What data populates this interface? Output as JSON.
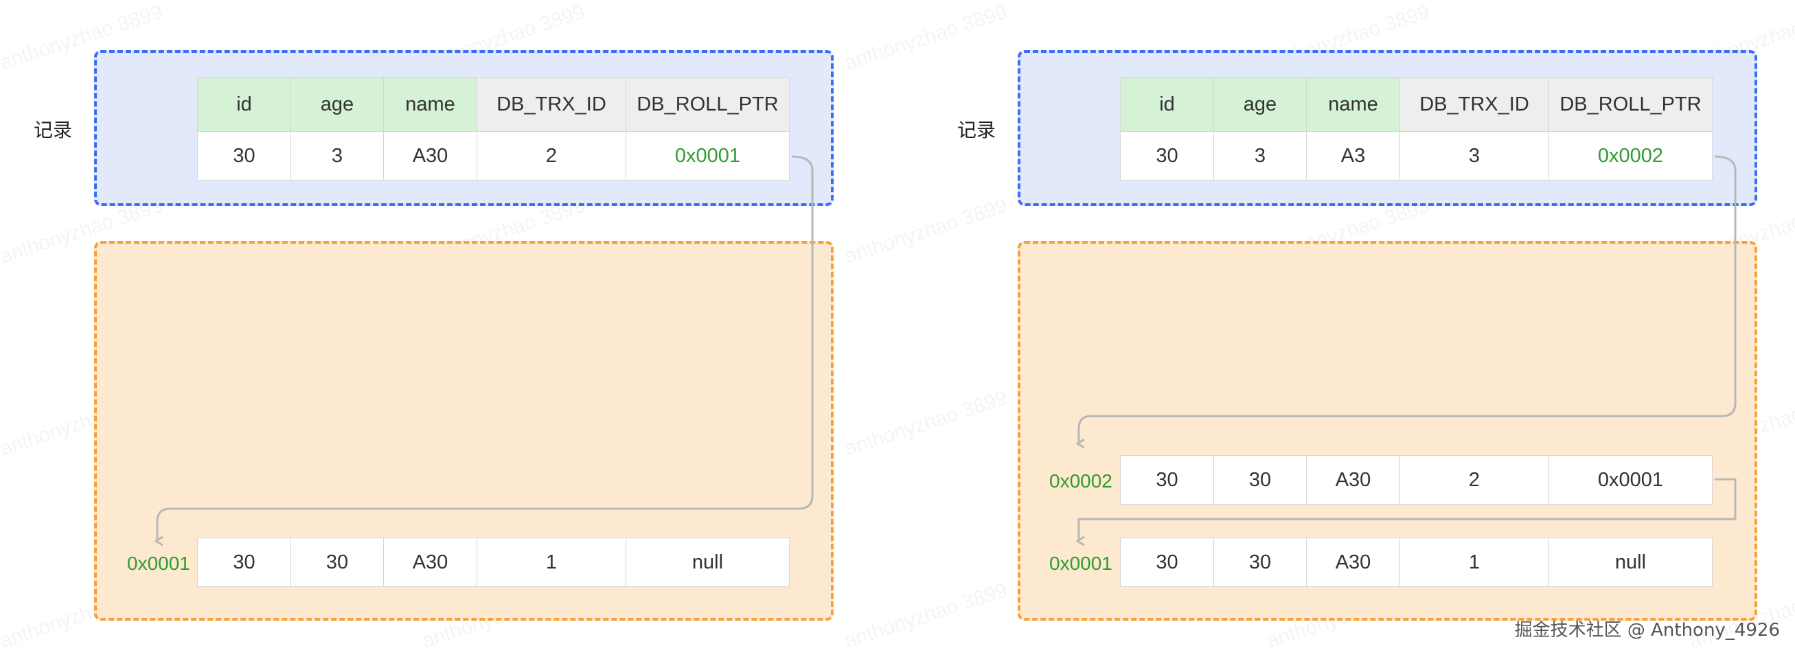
{
  "watermark": "anthonyzhao 3899",
  "footer": "掘金技术社区 @ Anthony_4926",
  "colors": {
    "record_border": "#3b6ef0",
    "record_fill": "#e1e9fb",
    "undo_border": "#f6a23c",
    "undo_fill": "#fde8d0",
    "pointer_text": "#2e9e2e",
    "arrow": "#b8b8b8"
  },
  "headers": [
    "id",
    "age",
    "name",
    "DB_TRX_ID",
    "DB_ROLL_PTR"
  ],
  "left": {
    "record_label": "记录",
    "record": [
      "30",
      "3",
      "A30",
      "2",
      "0x0001"
    ],
    "undo": [
      {
        "addr": "0x0001",
        "cells": [
          "30",
          "30",
          "A30",
          "1",
          "null"
        ]
      }
    ]
  },
  "right": {
    "record_label": "记录",
    "record": [
      "30",
      "3",
      "A3",
      "3",
      "0x0002"
    ],
    "undo": [
      {
        "addr": "0x0002",
        "cells": [
          "30",
          "30",
          "A30",
          "2",
          "0x0001"
        ]
      },
      {
        "addr": "0x0001",
        "cells": [
          "30",
          "30",
          "A30",
          "1",
          "null"
        ]
      }
    ]
  }
}
